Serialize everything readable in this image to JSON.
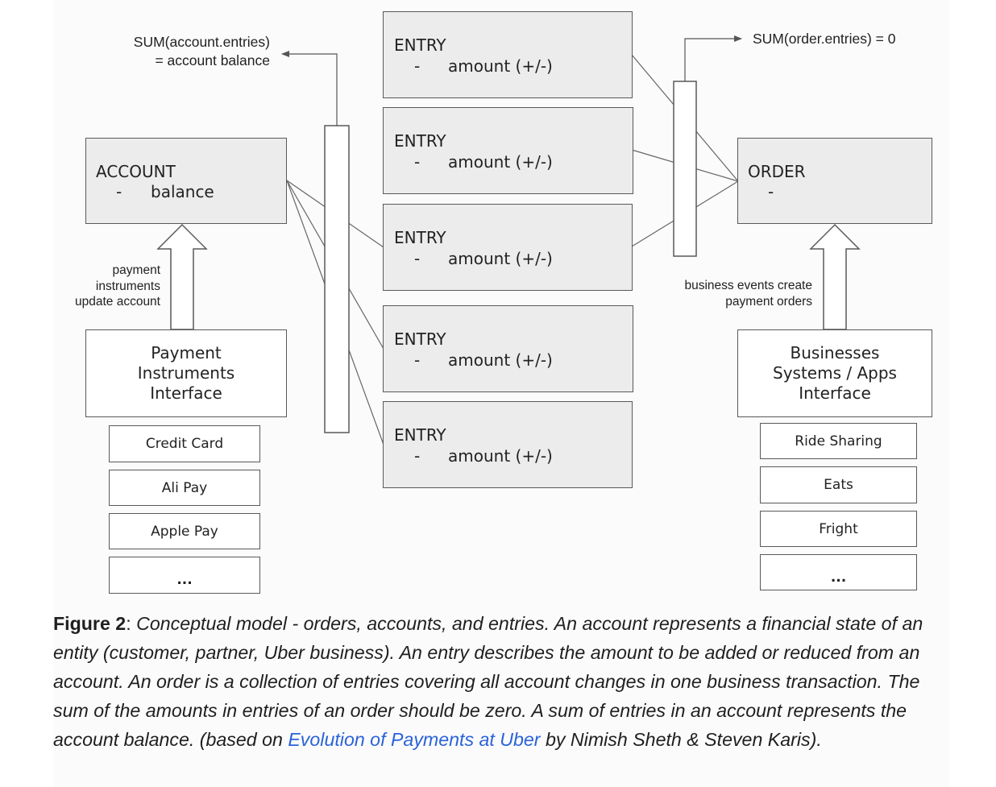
{
  "diagram": {
    "sum_account": {
      "line1": "SUM(account.entries)",
      "line2": "= account balance"
    },
    "sum_order": "SUM(order.entries) = 0",
    "account": {
      "title": "ACCOUNT",
      "dash": "-",
      "field": "balance"
    },
    "order": {
      "title": "ORDER",
      "dash": "-"
    },
    "entries": [
      {
        "title": "ENTRY",
        "dash": "-",
        "field": "amount (+/-)"
      },
      {
        "title": "ENTRY",
        "dash": "-",
        "field": "amount (+/-)"
      },
      {
        "title": "ENTRY",
        "dash": "-",
        "field": "amount (+/-)"
      },
      {
        "title": "ENTRY",
        "dash": "-",
        "field": "amount (+/-)"
      },
      {
        "title": "ENTRY",
        "dash": "-",
        "field": "amount (+/-)"
      }
    ],
    "payment_note": [
      "payment",
      "instruments",
      "update account"
    ],
    "business_note": [
      "business events create",
      "payment orders"
    ],
    "payment_interface": {
      "lines": [
        "Payment",
        "Instruments",
        "Interface"
      ]
    },
    "payment_items": [
      "Credit Card",
      "Ali Pay",
      "Apple Pay",
      "..."
    ],
    "business_interface": {
      "lines": [
        "Businesses",
        "Systems / Apps",
        "Interface"
      ]
    },
    "business_items": [
      "Ride Sharing",
      "Eats",
      "Fright",
      "..."
    ]
  },
  "caption": {
    "label": "Figure 2",
    "separator": ": ",
    "text": "Conceptual model - orders, accounts, and entries. An account represents a financial state of an entity (customer, partner, Uber business). An entry describes the amount to be added or reduced from an account. An order is a collection of entries covering all account changes in one business transaction. The sum of the amounts in entries of an order should be zero. A sum of entries in an account represents the account balance. (based on ",
    "link_text": "Evolution of Payments at Uber",
    "after_link": " by Nimish Sheth & Steven Karis).",
    "link_color": "#2b63d9"
  }
}
